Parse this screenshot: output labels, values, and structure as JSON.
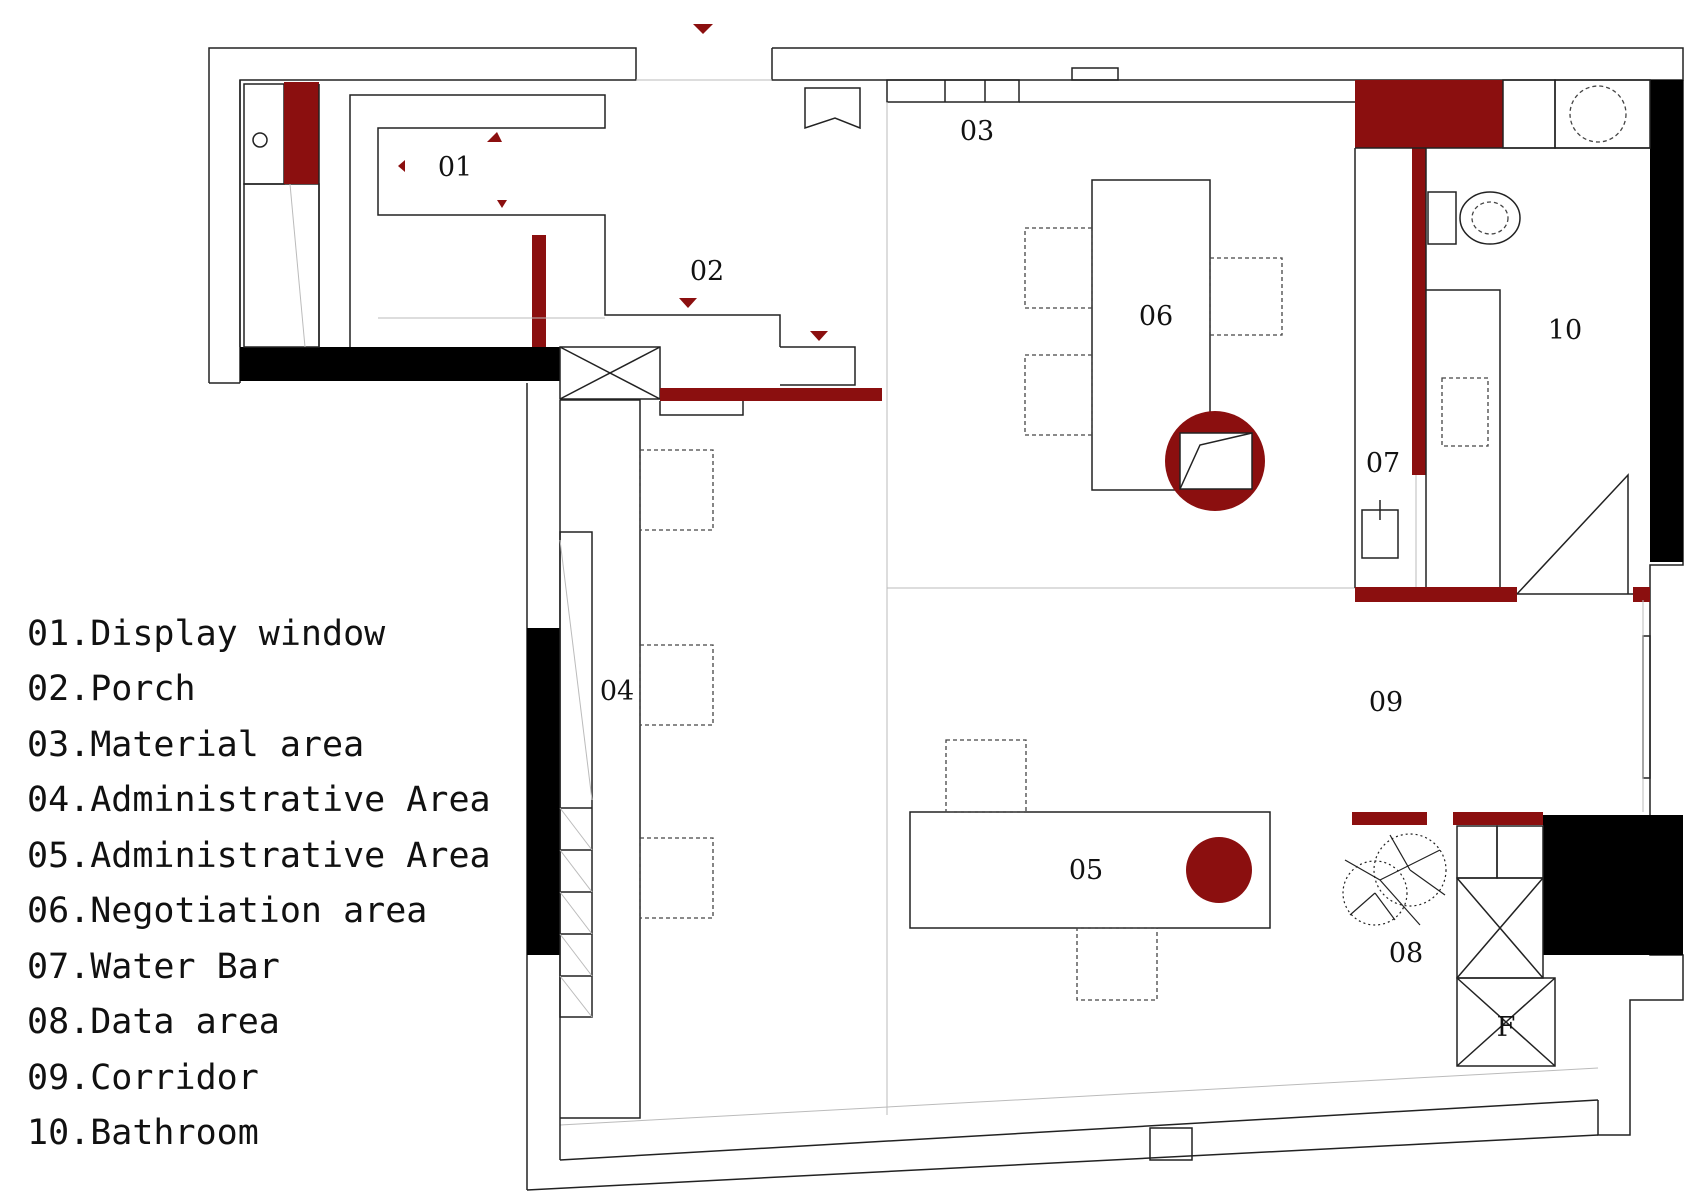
{
  "legend": [
    {
      "code": "01.",
      "name": "Display window"
    },
    {
      "code": "02.",
      "name": "Porch"
    },
    {
      "code": "03.",
      "name": "Material area"
    },
    {
      "code": "04.",
      "name": "Administrative Area"
    },
    {
      "code": "05.",
      "name": "Administrative Area"
    },
    {
      "code": "06.",
      "name": "Negotiation area"
    },
    {
      "code": "07.",
      "name": "Water Bar"
    },
    {
      "code": "08.",
      "name": "Data area"
    },
    {
      "code": "09.",
      "name": "Corridor"
    },
    {
      "code": "10.",
      "name": "Bathroom"
    }
  ],
  "rooms": {
    "r01": "01",
    "r02": "02",
    "r03": "03",
    "r04": "04",
    "r05": "05",
    "r06": "06",
    "r07": "07",
    "r08": "08",
    "r09": "09",
    "r10": "10",
    "fridge": "F"
  },
  "colors": {
    "accent": "#8b0f0f",
    "wall": "#000000",
    "line": "#222222",
    "thin": "#bbbbbb"
  }
}
